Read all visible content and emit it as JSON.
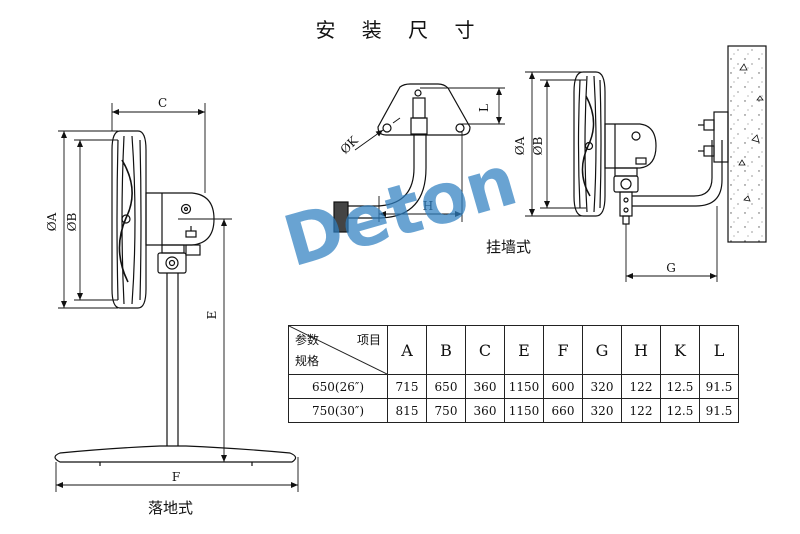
{
  "title": "安 装 尺 寸",
  "captions": {
    "floor": "落地式",
    "wall": "挂墙式"
  },
  "watermark": "Deton",
  "dimension_labels": {
    "a": "ØA",
    "b": "ØB",
    "c": "C",
    "e": "E",
    "f": "F",
    "g": "G",
    "h": "H",
    "k": "ØK",
    "l": "L"
  },
  "table": {
    "header": {
      "param": "参数",
      "item": "项目",
      "spec": "规格"
    },
    "columns": [
      "A",
      "B",
      "C",
      "E",
      "F",
      "G",
      "H",
      "K",
      "L"
    ],
    "rows": [
      {
        "spec": "650(26″)",
        "values": [
          "715",
          "650",
          "360",
          "1150",
          "600",
          "320",
          "122",
          "12.5",
          "91.5"
        ]
      },
      {
        "spec": "750(30″)",
        "values": [
          "815",
          "750",
          "360",
          "1150",
          "660",
          "320",
          "122",
          "12.5",
          "91.5"
        ]
      }
    ]
  },
  "colors": {
    "line": "#111111",
    "watermark": "#2f7fc0"
  }
}
